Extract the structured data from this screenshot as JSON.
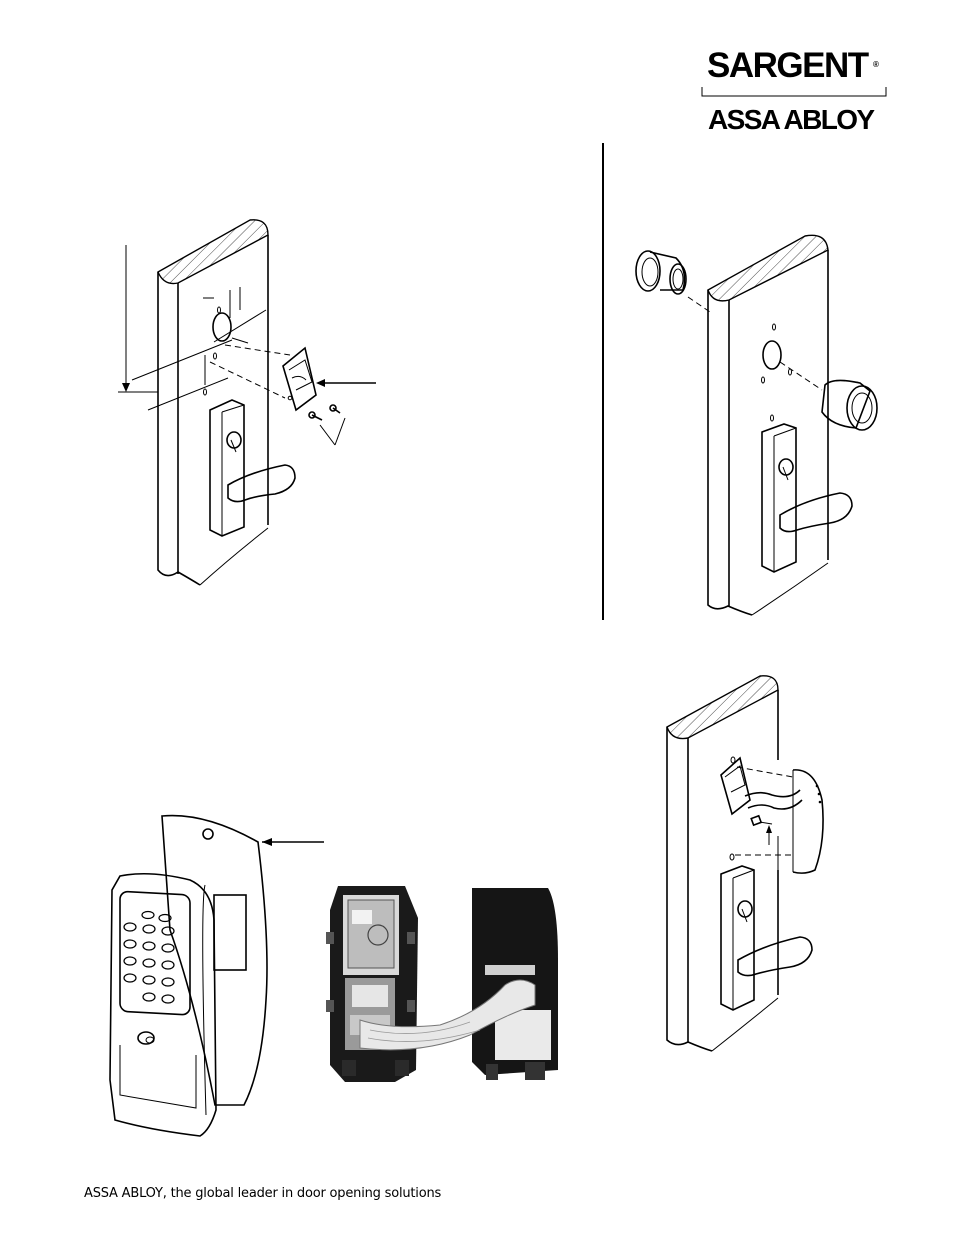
{
  "header": {
    "brand": "SARGENT",
    "registered_mark": "®",
    "parent_brand": "ASSA ABLOY"
  },
  "footer": {
    "tagline": "ASSA ABLOY, the global leader in door opening solutions"
  },
  "figures": [
    {
      "id": "fig-door-template",
      "icon": "door-mounting-template-drawing"
    },
    {
      "id": "fig-door-spacers",
      "icon": "door-spacer-installation-drawing"
    },
    {
      "id": "fig-door-wiring",
      "icon": "door-cable-connection-drawing"
    },
    {
      "id": "fig-keypad",
      "icon": "keypad-housing-drawing"
    },
    {
      "id": "fig-photo",
      "icon": "ribbon-cable-photo"
    }
  ]
}
